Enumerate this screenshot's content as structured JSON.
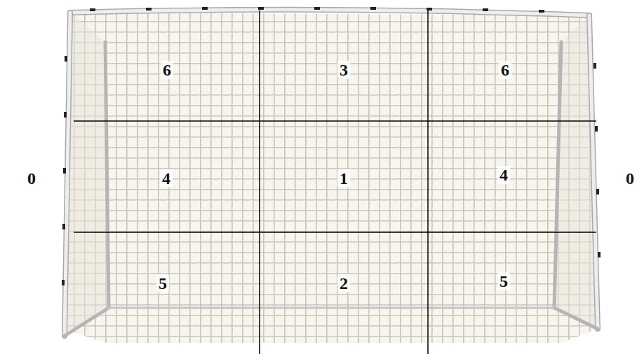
{
  "diagram": {
    "labels": [
      "6",
      "3",
      "6",
      "0",
      "4",
      "1",
      "4",
      "0",
      "5",
      "2",
      "5"
    ]
  }
}
